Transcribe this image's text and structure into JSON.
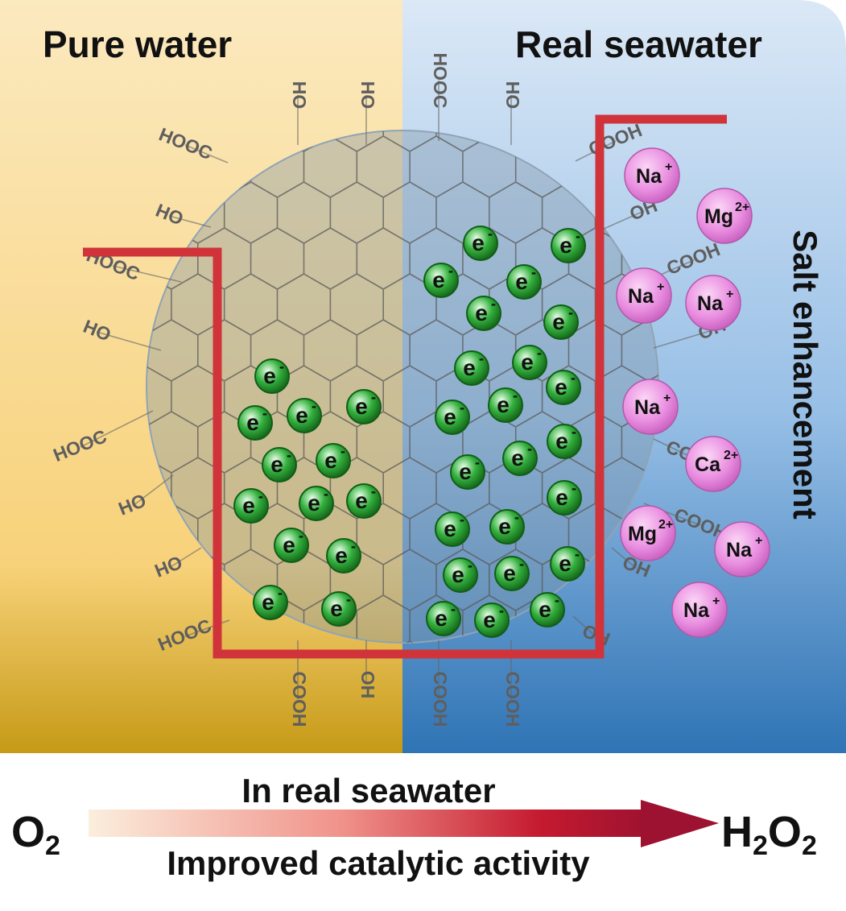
{
  "panels": {
    "left_title": "Pure water",
    "right_title": "Real seawater",
    "side_label": "Salt enhancement"
  },
  "electron": {
    "symbol": "e",
    "charge": "-"
  },
  "functional_groups": {
    "left": [
      "HOOC",
      "HO",
      "HOOC",
      "HO",
      "HOOC",
      "HO",
      "HO",
      "HOOC"
    ],
    "top": [
      "HO",
      "HO",
      "HOOC",
      "HO"
    ],
    "right": [
      "COOH",
      "OH",
      "COOH",
      "OH",
      "COOH",
      "COOH",
      "OH",
      "OH"
    ],
    "bottom": [
      "COOH",
      "OH",
      "COOH",
      "COOH"
    ]
  },
  "ions": [
    {
      "symbol": "Na",
      "charge": "+"
    },
    {
      "symbol": "Mg",
      "charge": "2+"
    },
    {
      "symbol": "Na",
      "charge": "+"
    },
    {
      "symbol": "Na",
      "charge": "+"
    },
    {
      "symbol": "Na",
      "charge": "+"
    },
    {
      "symbol": "Ca",
      "charge": "2+"
    },
    {
      "symbol": "Mg",
      "charge": "2+"
    },
    {
      "symbol": "Na",
      "charge": "+"
    },
    {
      "symbol": "Na",
      "charge": "+"
    }
  ],
  "reaction": {
    "reactant": {
      "main": "O",
      "sub": "2"
    },
    "product": {
      "p1": "H",
      "s1": "2",
      "p2": "O",
      "s2": "2"
    },
    "caption_top": "In real seawater",
    "caption_bottom": "Improved catalytic activity"
  },
  "colors": {
    "pure_water_top": "#fbe9bf",
    "pure_water_bottom": "#c69a16",
    "seawater_top": "#dbe8f6",
    "seawater_bottom": "#2f74b5",
    "trace": "#d0343a",
    "electron": "#2b9e33",
    "ion": "#e98ee0",
    "arrow_start": "#fbeedd",
    "arrow_end": "#a0142c"
  }
}
